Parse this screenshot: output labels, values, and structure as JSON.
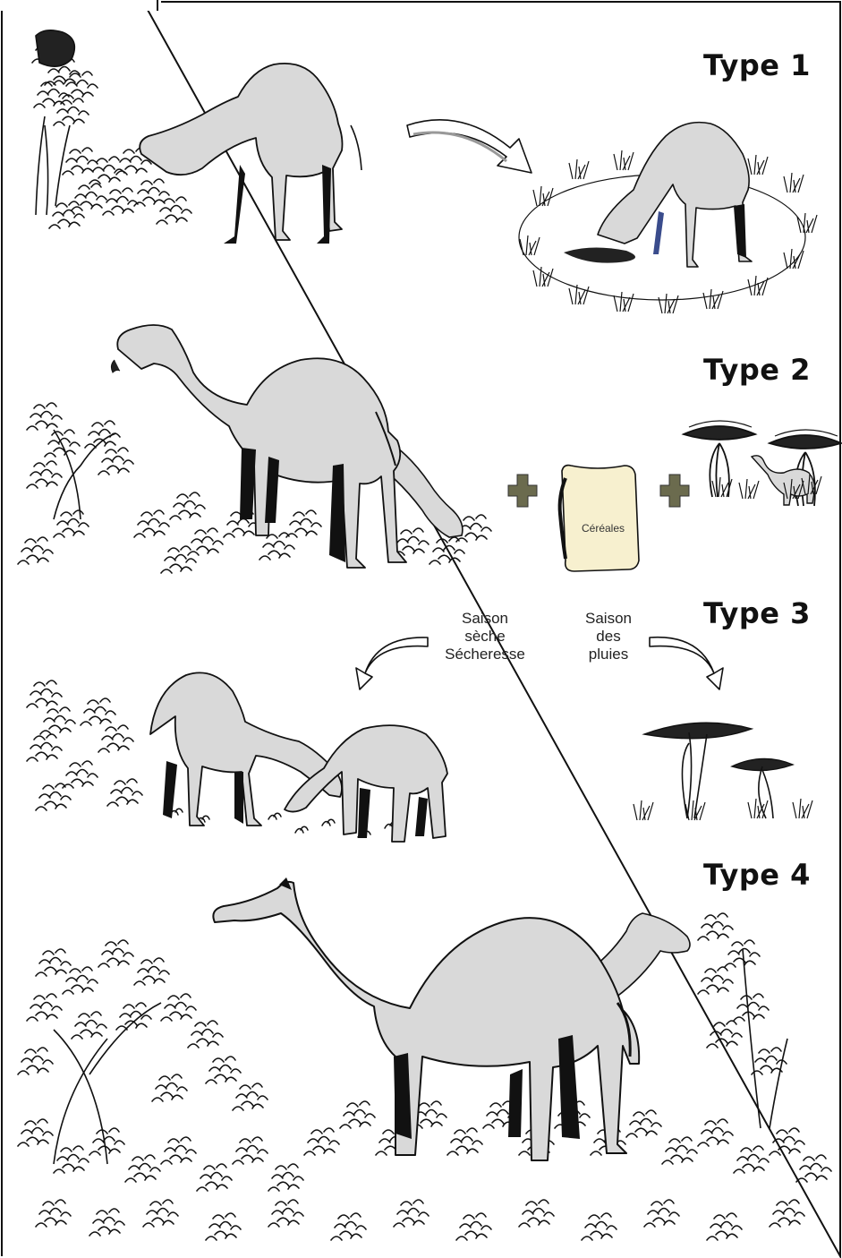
{
  "colors": {
    "camel_fill": "#d9d9d9",
    "camel_stroke": "#111111",
    "camel_shadow": "#111111",
    "plus_fill": "#6b6b4e",
    "sack_fill": "#f7f0cf",
    "arrow_fill": "#ffffff",
    "ink": "#111111"
  },
  "sections": [
    {
      "type_label": "Type 1",
      "description_icons": [
        "browsing-camel-icon",
        "arrow-right-icon",
        "enclosure-grass-icon"
      ]
    },
    {
      "type_label": "Type 2",
      "supplements": [
        "plus-icon",
        "cereal-sack-icon",
        "plus-icon",
        "acacia-camel-icon"
      ]
    },
    {
      "type_label": "Type 3"
    },
    {
      "type_label": "Type 4"
    }
  ],
  "sack": {
    "label": "Céréales"
  },
  "seasons": {
    "dry": {
      "line1": "Saison",
      "line2": "sèche",
      "line3": "Sécheresse"
    },
    "rainy": {
      "line1": "Saison",
      "line2": "des",
      "line3": "pluies"
    }
  }
}
